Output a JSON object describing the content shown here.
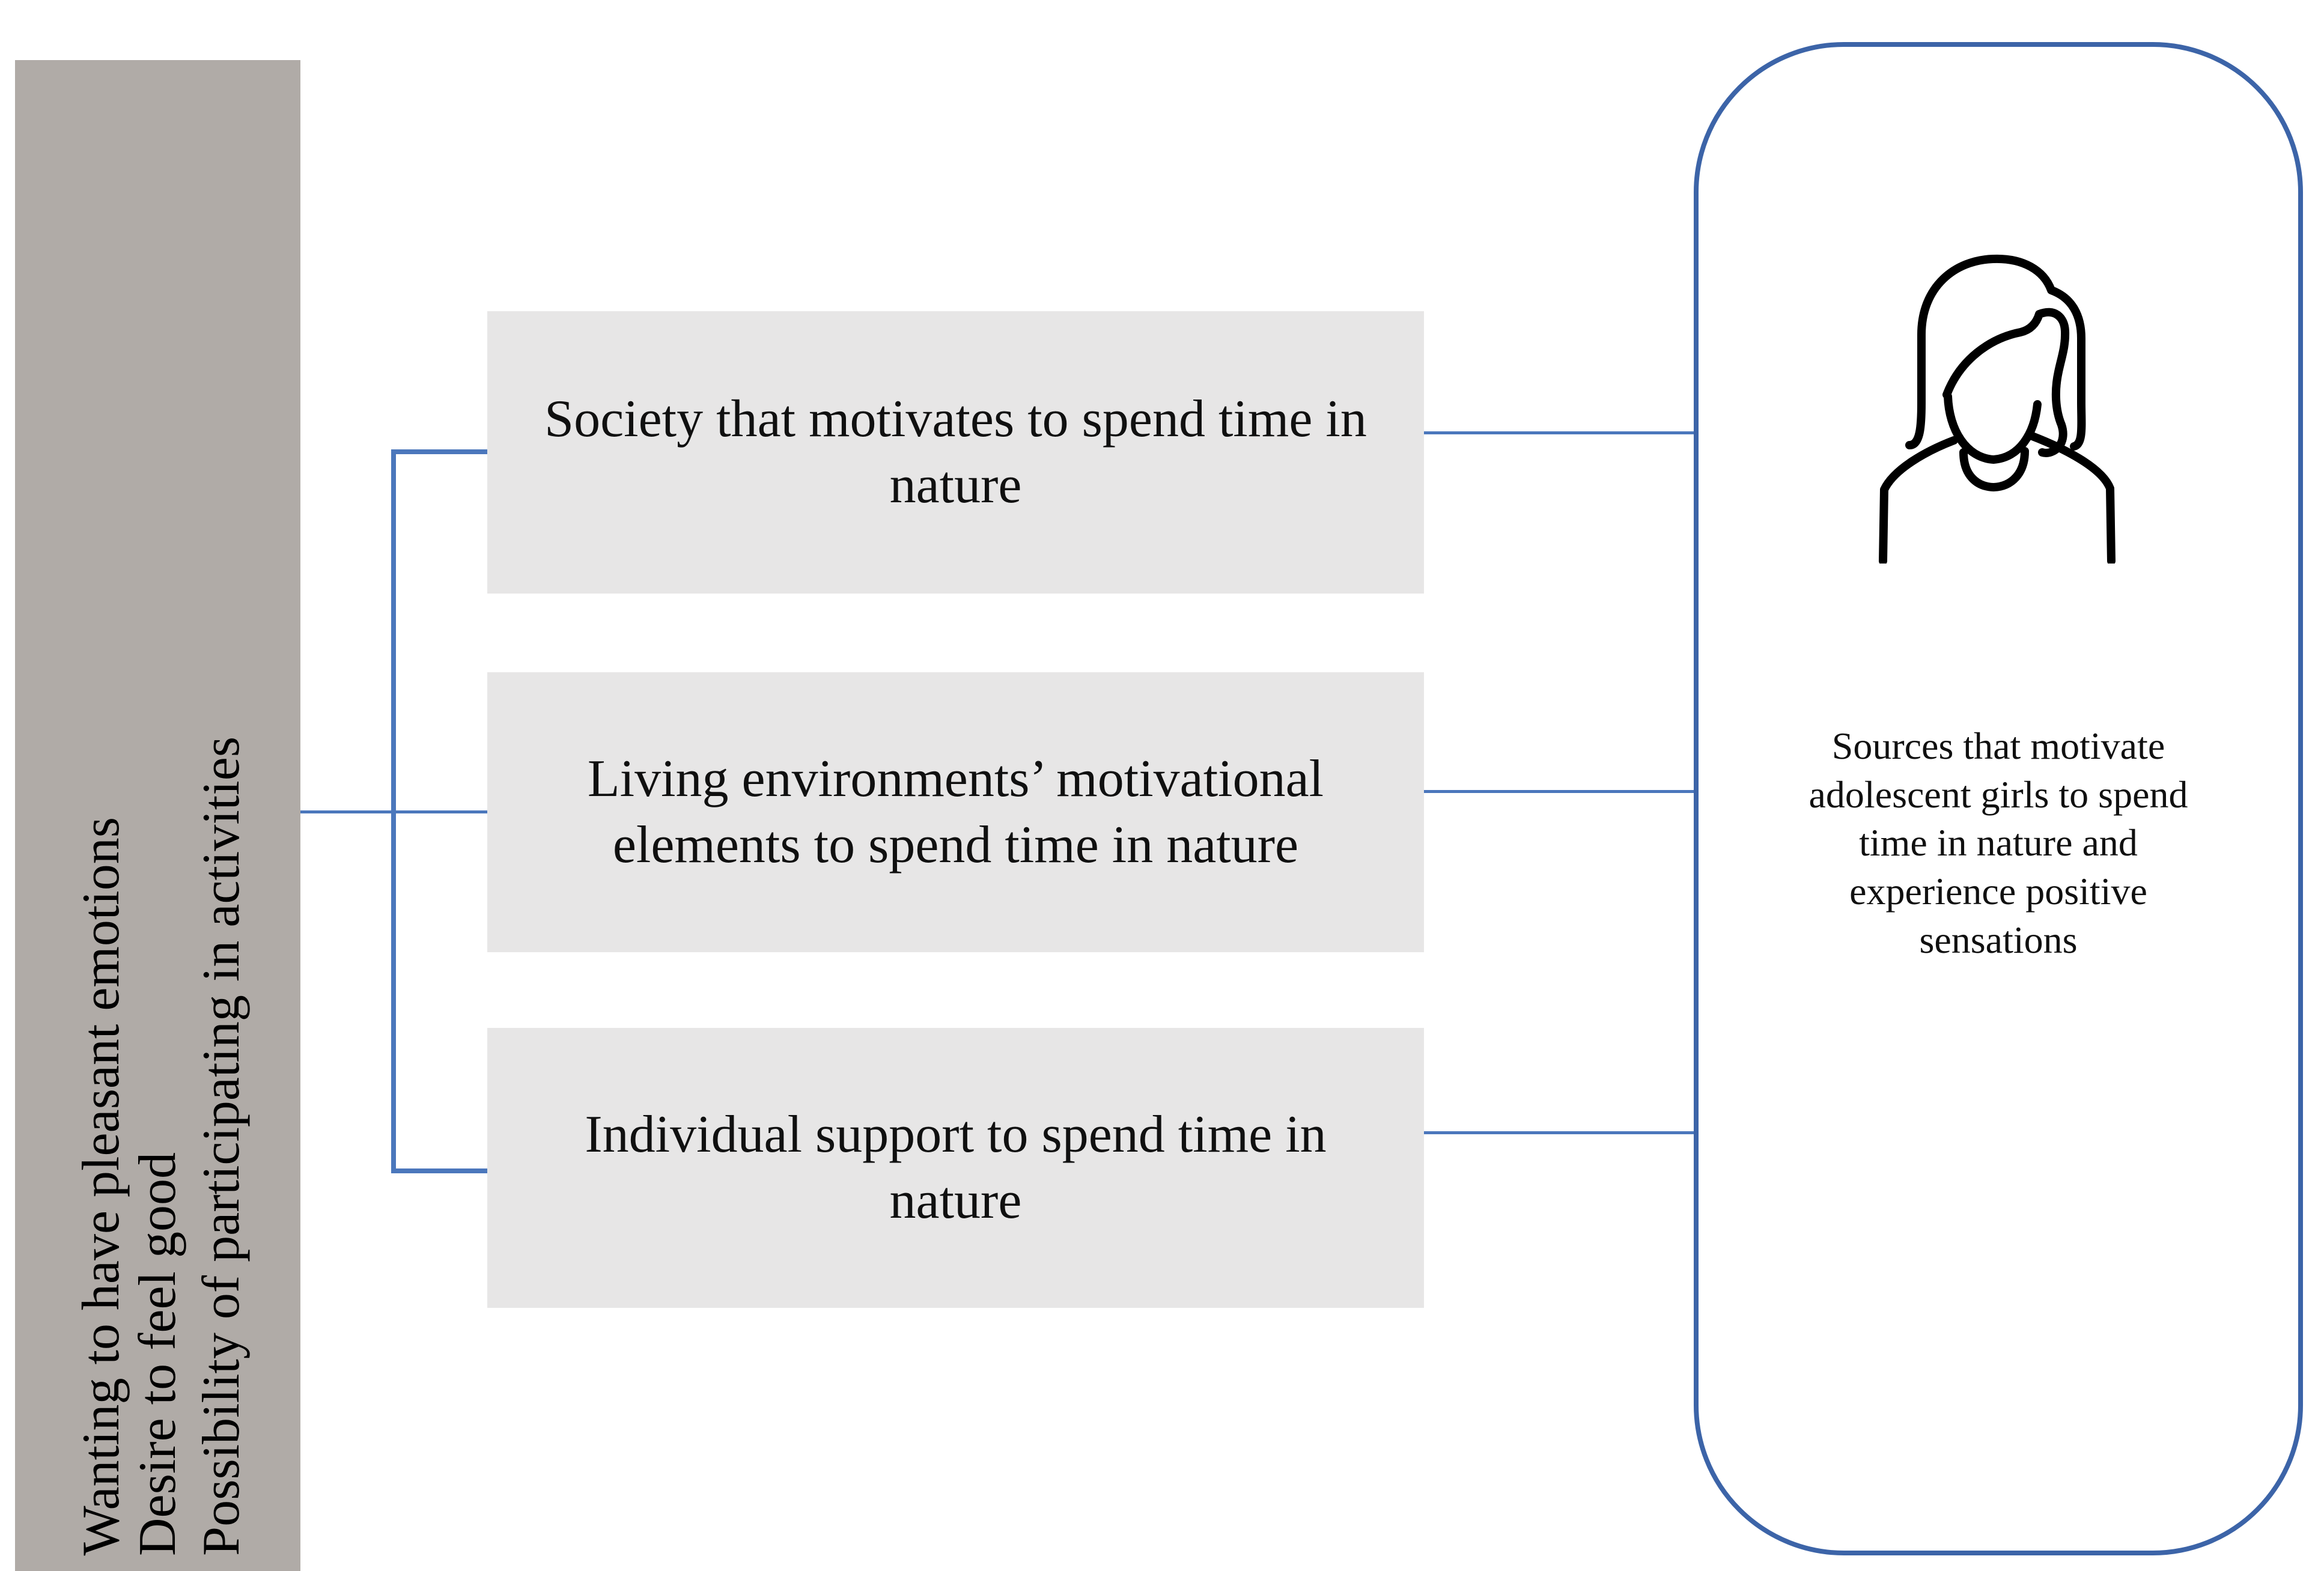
{
  "figure": {
    "sidebar": {
      "bg_color": "#b0aba7",
      "items": [
        "Wanting to have pleasant emotions",
        "Desire to feel good",
        "Possibility of participating in activities"
      ]
    },
    "boxes": [
      {
        "text": "Society that motivates to spend time in\nnature"
      },
      {
        "text": "Living environments’ motivational\nelements to spend time in nature"
      },
      {
        "text": "Individual support to spend time in\nnature"
      }
    ],
    "panel": {
      "icon": "female-user-icon",
      "text": "Sources that motivate\nadolescent girls to spend\ntime in nature and\nexperience positive\nsensations",
      "border_color": "#3c64a8"
    },
    "connector_color": "#4b77bc",
    "box_bg_color": "#e7e6e6"
  }
}
